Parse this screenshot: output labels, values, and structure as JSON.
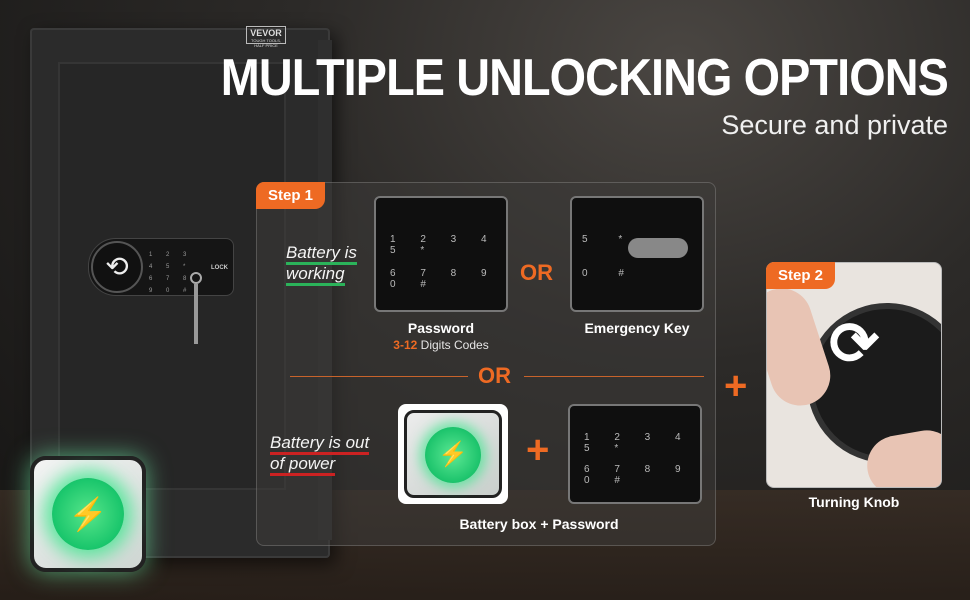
{
  "brand": {
    "name": "VEVOR",
    "tagline": "TOUGH TOOLS, HALF PRICE"
  },
  "header": {
    "title": "MULTIPLE UNLOCKING OPTIONS",
    "subtitle": "Secure and private"
  },
  "step1": {
    "badge": "Step 1",
    "condition_working": "Battery is working",
    "condition_out": "Battery is out of power",
    "options": {
      "password_label": "Password",
      "password_range": "3-12",
      "password_suffix": "Digits Codes",
      "or_text": "OR",
      "emergency_key_label": "Emergency Key"
    },
    "middle_or": "OR",
    "battery_combo_label": "Battery box + Password",
    "plus_symbol": "+"
  },
  "step2": {
    "badge": "Step 2",
    "label": "Turning Knob"
  },
  "connector_plus": "+",
  "keypad": {
    "row1": "1 2 3 4 5 *",
    "row2": "6 7 8 9 0 #",
    "lock_text": "LOCK"
  },
  "icons": [
    "lightning-icon",
    "rotate-arrows-icon"
  ],
  "colors": {
    "accent": "#ee6a23",
    "ok_underline": "#2bb35a",
    "bad_underline": "#cc2222",
    "glow": "#18c56b"
  }
}
